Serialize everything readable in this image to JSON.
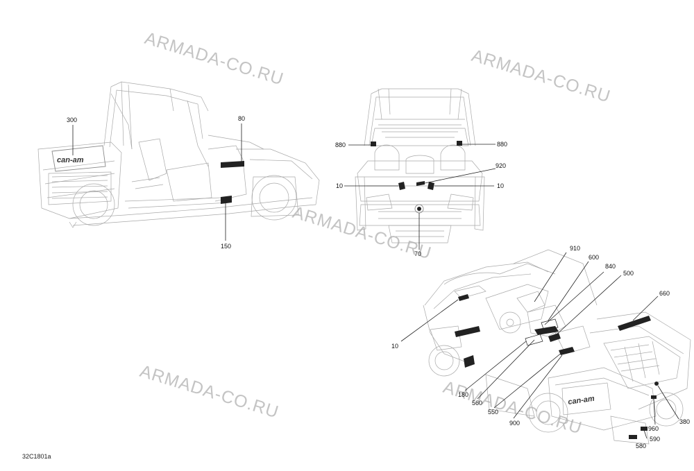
{
  "watermark": "ARMADA-CO.RU",
  "diagram_code": "32C1801a",
  "callouts": {
    "c300": "300",
    "c80": "80",
    "c150": "150",
    "c880_left": "880",
    "c880_right": "880",
    "c920": "920",
    "c10_left": "10",
    "c10_right": "10",
    "c70": "70",
    "c910": "910",
    "c600": "600",
    "c840": "840",
    "c500": "500",
    "c660": "660",
    "c10_rear": "10",
    "c180": "180",
    "c560": "560",
    "c550": "550",
    "c900": "900",
    "c380": "380",
    "c960": "960",
    "c590": "590",
    "c580": "580"
  },
  "logos": {
    "side_logo": "can-am",
    "rear_logo": "can-am"
  }
}
